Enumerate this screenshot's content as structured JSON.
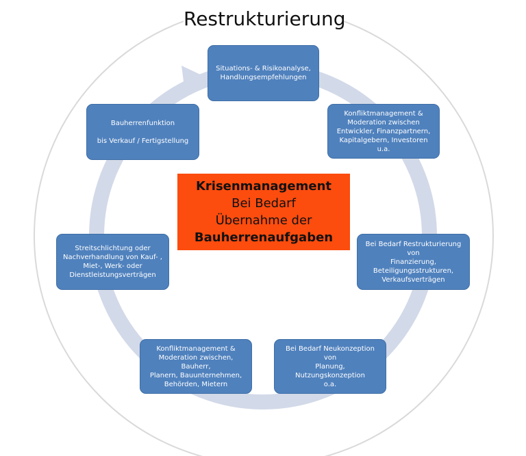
{
  "title": "Restrukturierung",
  "center": {
    "line1": "Krisenmanagement",
    "line2": "Bei Bedarf",
    "line3": "Übernahme der",
    "line4": "Bauherrenaufgaben"
  },
  "steps": [
    {
      "label": "Situations- & Risikoanalyse,\nHandlungsempfehlungen"
    },
    {
      "label": "Konfliktmanagement &\nModeration zwischen\nEntwickler, Finanzpartnern,\nKapitalgebern, Investoren u.a."
    },
    {
      "label": "Bei Bedarf Restrukturierung von\nFinanzierung,\nBeteiligungsstrukturen,\nVerkaufsverträgen"
    },
    {
      "label": "Bei Bedarf Neukonzeption von\nPlanung, Nutzungskonzeption\no.a."
    },
    {
      "label": "Konfliktmanagement &\nModeration zwischen, Bauherr,\nPlanern, Bauunternehmen,\nBehörden, Mietern"
    },
    {
      "label": "Streitschlichtung oder\nNachverhandlung von Kauf- ,\nMiet-, Werk- oder\nDienstleistungsverträgen"
    },
    {
      "label": "Bauherrenfunktion\n\nbis Verkauf / Fertigstellung"
    }
  ],
  "colors": {
    "box_fill": "#4f81bd",
    "center_fill": "#fc4c0e",
    "ring": "#d2d9e8",
    "outer_circle": "#d9d9d9"
  }
}
